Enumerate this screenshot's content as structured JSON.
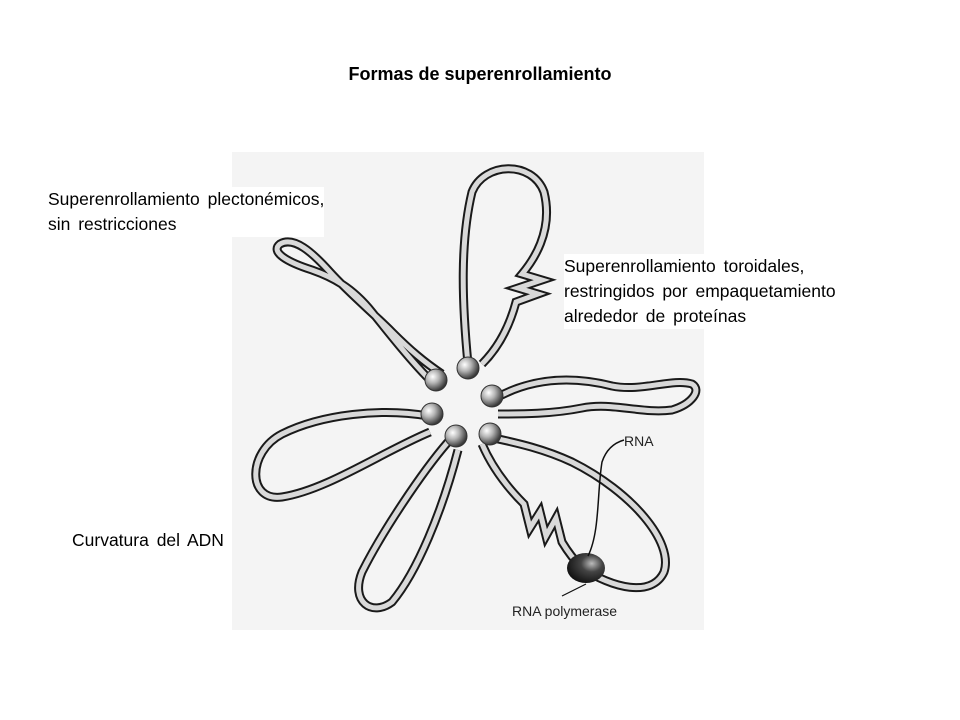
{
  "title": "Formas de superenrollamiento",
  "labels": {
    "plectonemic": {
      "line1": "Superenrollamiento plectonémicos,",
      "line2": "sin restricciones"
    },
    "toroidal": {
      "line1": "Superenrollamiento toroidales,",
      "line2": "restringidos por empaquetamiento",
      "line3": "alrededor de proteínas"
    },
    "curvature": "Curvatura del ADN"
  },
  "figure": {
    "rna_label": "RNA",
    "polymerase_label": "RNA polymerase",
    "colors": {
      "strand_fill": "#d9d9d9",
      "strand_stroke": "#1a1a1a",
      "bead": "#8c8c8c",
      "polymerase": "#333333"
    }
  }
}
